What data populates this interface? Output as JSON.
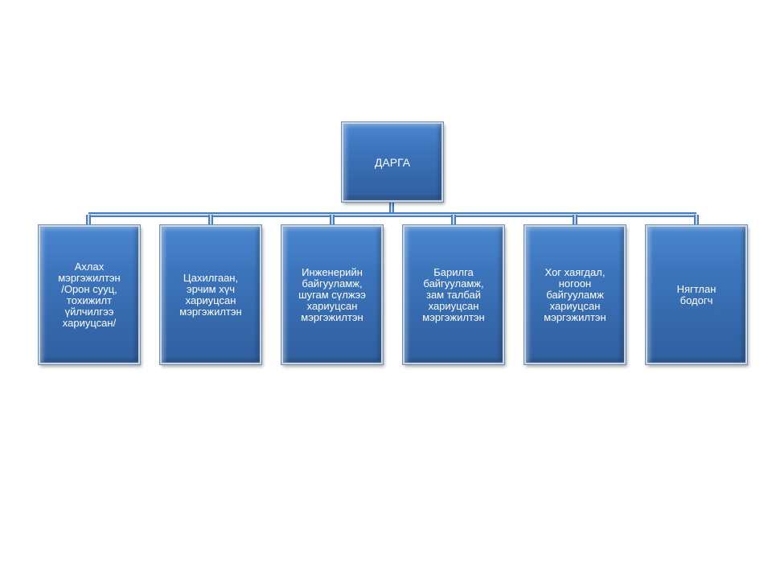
{
  "diagram": {
    "root": {
      "label": "ДАРГА"
    },
    "children": [
      {
        "label": "Ахлах\nмэргэжилтэн\n/Орон сууц,\nтохижилт\nүйлчилгээ\nхариуцсан/"
      },
      {
        "label": "Цахилгаан,\nэрчим хүч\nхариуцсан\nмэргэжилтэн"
      },
      {
        "label": "Инженерийн\nбайгууламж,\nшугам  сүлжээ\nхариуцсан\nмэргэжилтэн"
      },
      {
        "label": "Барилга\nбайгууламж,\nзам талбай\nхариуцсан\nмэргэжилтэн"
      },
      {
        "label": "Хог хаягдал,\nногоон\nбайгууламж\nхариуцсан\nмэргэжилтэн"
      },
      {
        "label": "Нягтлан\n бодогч"
      }
    ],
    "colors": {
      "node_fill": "#3c74bb",
      "node_border": "#c9d6e6",
      "connector": "#4a7eba",
      "text": "#ffffff"
    }
  }
}
